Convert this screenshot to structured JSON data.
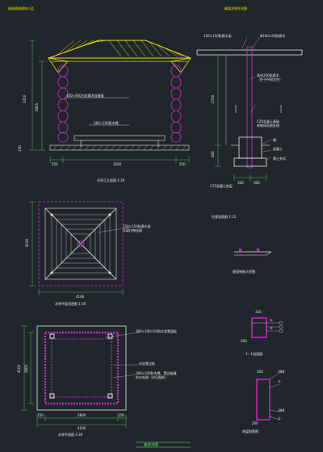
{
  "header": {
    "project": "园林景观建筑小品",
    "sheet": "廊架木构件详图"
  },
  "elevation": {
    "beam_note": "400×400方防腐木挂椽面",
    "bench_note": "380×100防木凳",
    "dim_total": "3350",
    "dim_column": "2855",
    "dim_base": "150",
    "dim_left": "550",
    "dim_mid": "3200",
    "dim_right": "550",
    "caption": "木亭正立面图 1:30"
  },
  "section": {
    "note1": "150×150防腐木梁",
    "note2": "Φ200×50防腐木",
    "note3": "直径200防腐木",
    "note3b": "（柱子中间为空）",
    "note4": "C20混凝土基础",
    "note4b": "砖砌体防腐处理",
    "note5": "钢",
    "note6": "混凝土",
    "note7": "素土夯实",
    "note8": "C15混凝土垫层",
    "dim_upper": "2700",
    "dim_lower": "400",
    "dim_a": "300",
    "dim_b": "300",
    "caption": "柱基剖面图 1:15"
  },
  "roofplan": {
    "note1": "150×150防腐木条",
    "note2": "木梁拉伸连接",
    "dim_v": "4100",
    "dim_h": "4100",
    "caption": "木亭平面顶视图 1:30"
  },
  "detail": {
    "caption": "屋面铁板大样图"
  },
  "floorplan": {
    "note1": "380×100×50防木坐凳面板",
    "note2": "木坐凳边框",
    "note3": "380×100防木凳，凳边接缝",
    "note3b": "防水处理（详见图纸）",
    "dim_v1": "4100",
    "dim_v2": "3800",
    "dim_a": "150",
    "dim_b": "3800",
    "dim_c": "150",
    "dim_total": "4100",
    "caption": "木亭平面图 1:30"
  },
  "section11": {
    "note1": "①",
    "note2": "②",
    "dim_top": "330",
    "dim_side": "200",
    "caption": "1—1剖面图"
  },
  "beamsec": {
    "dim_top": "200",
    "note1": "3Φ8",
    "note2": "①",
    "note3": "3Φ8",
    "note4": "②",
    "dim_bot": "200",
    "caption": "地梁配筋图"
  },
  "footer": {
    "label": "廊架详图"
  }
}
